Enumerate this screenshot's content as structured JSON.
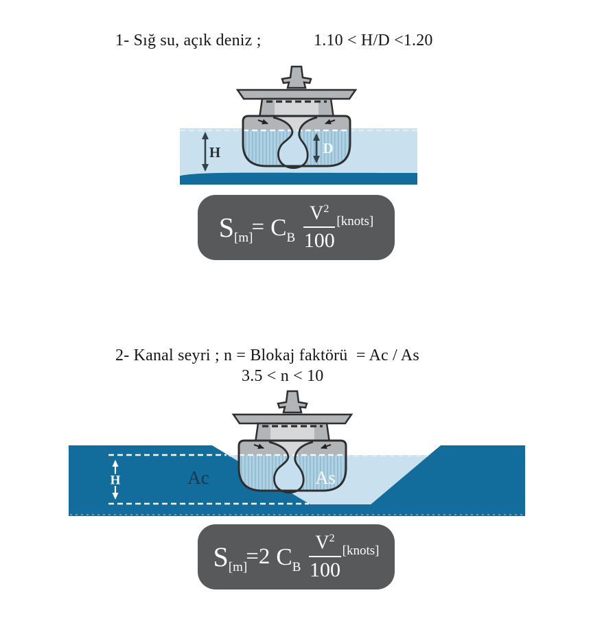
{
  "colors": {
    "sea_dark": "#136d9c",
    "water_light": "#c9e1ef",
    "hatch_bg": "#aed2e4",
    "hatch_line": "#8fb9ce",
    "ship_gray": "#b2b5b8",
    "ship_gray_light": "#d5d7d8",
    "ship_outline": "#2e2e2e",
    "goblet_water": "#c6dfee",
    "formula_box": "#58595b",
    "arrow_dark": "#33414a"
  },
  "section1": {
    "heading": "1- Sığ su, açık deniz ;",
    "condition": "1.10 < H/D <1.20",
    "water_depth_label": "H",
    "draft_label": "D",
    "formula": {
      "s": "S",
      "s_sub": "[m]",
      "eq": "=",
      "coef": "",
      "c": "C",
      "c_sub": "B",
      "num": "V",
      "num_sup": "2",
      "den": "100",
      "units": "[knots]"
    }
  },
  "section2": {
    "heading": "2- Kanal seyri ; n = Blokaj faktörü  = Ac / As",
    "condition": "3.5 < n < 10",
    "water_depth_label": "H",
    "canal_area_label": "Ac",
    "ship_area_label": "As",
    "formula": {
      "s": "S",
      "s_sub": "[m]",
      "eq": "=",
      "coef": "2",
      "c": "C",
      "c_sub": "B",
      "num": "V",
      "num_sup": "2",
      "den": "100",
      "units": "[knots]"
    }
  }
}
